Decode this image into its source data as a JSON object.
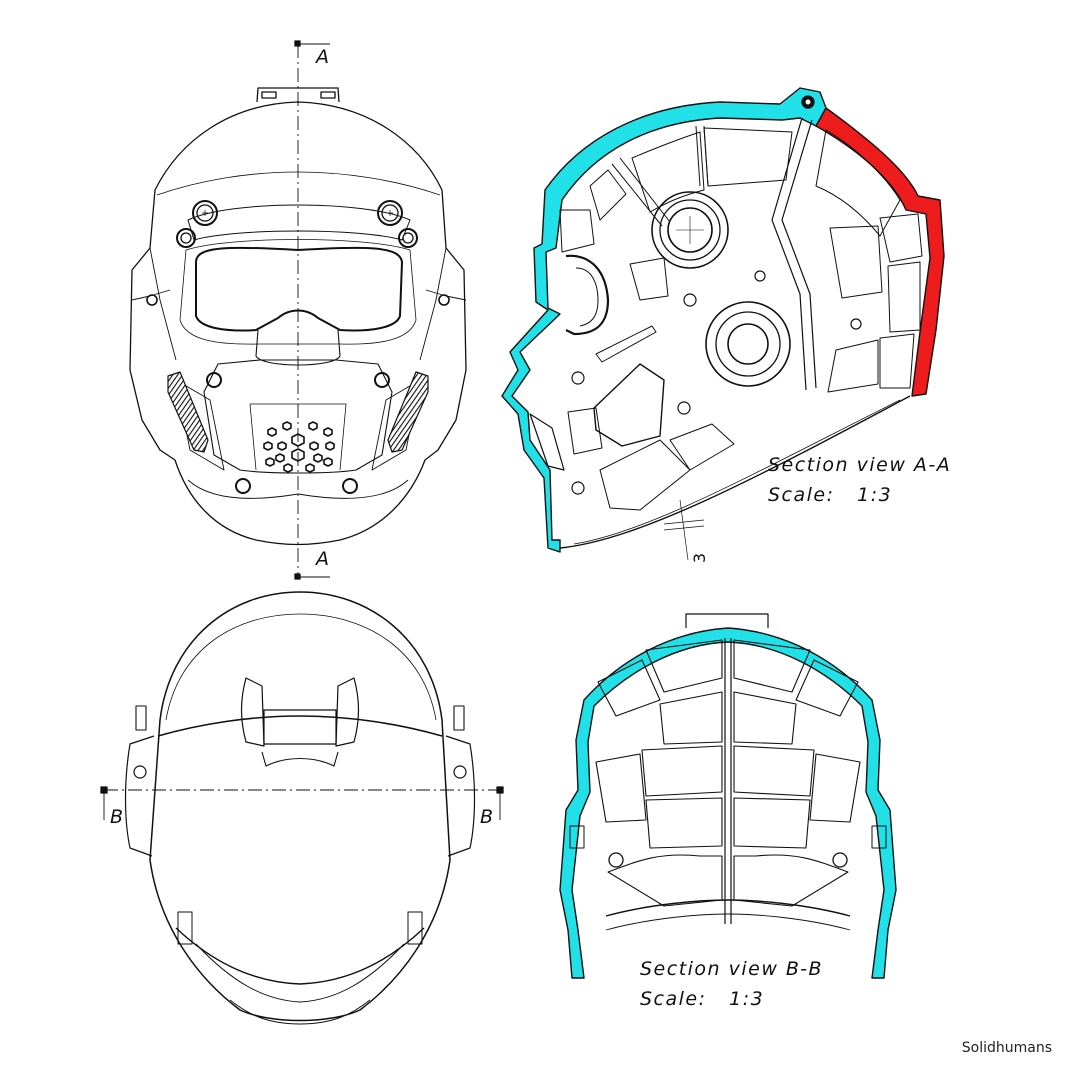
{
  "drawing": {
    "subject": "Helmet / face mask technical drawing",
    "credit": "Solidhumans",
    "colors": {
      "line": "#111111",
      "section_cyan": "#22e0e8",
      "section_red": "#ee1c1c",
      "background": "#ffffff"
    },
    "views": [
      {
        "id": "front",
        "name": "Front view",
        "cut_line": "A-A",
        "cut_labels": [
          "A",
          "A"
        ]
      },
      {
        "id": "section_a",
        "name": "Section view A-A",
        "title": "Section view A-A",
        "scale_label": "Scale:",
        "scale_value": "1:3",
        "dimension_label": "3"
      },
      {
        "id": "top",
        "name": "Top view",
        "cut_line": "B-B",
        "cut_labels": [
          "B",
          "B"
        ]
      },
      {
        "id": "section_b",
        "name": "Section view B-B",
        "title": "Section view B-B",
        "scale_label": "Scale:",
        "scale_value": "1:3"
      }
    ]
  }
}
